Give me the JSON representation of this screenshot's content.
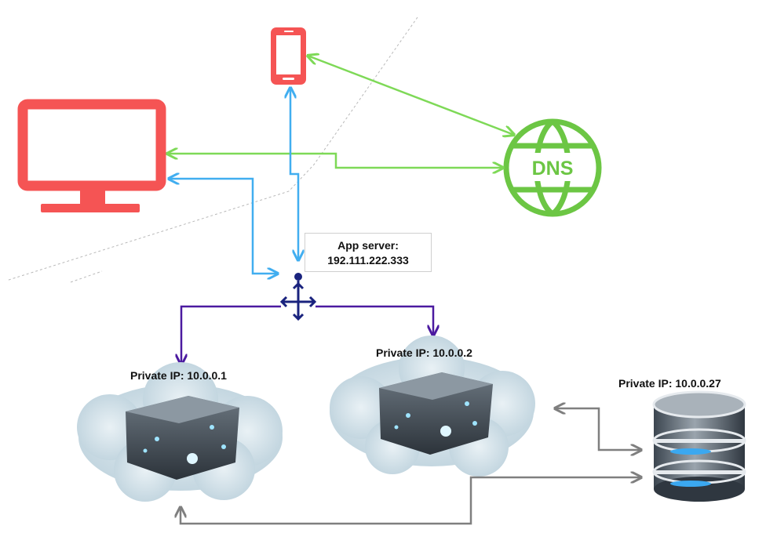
{
  "app_server": {
    "title": "App server:",
    "ip": "192.111.222.333"
  },
  "dns": {
    "label": "DNS",
    "color": "#6cc644"
  },
  "servers": [
    {
      "label": "Private IP: 10.0.0.1"
    },
    {
      "label": "Private IP: 10.0.0.2"
    }
  ],
  "database": {
    "label": "Private IP: 10.0.0.27"
  },
  "colors": {
    "device": "#f55454",
    "dns_link": "#7ed957",
    "client_link": "#41aef0",
    "private_link": "#4b1aa0",
    "db_link": "#7f7f7f",
    "router": "#1a237e"
  },
  "icons": [
    "monitor-icon",
    "phone-icon",
    "globe-icon",
    "router-icon",
    "server-icon",
    "database-icon"
  ]
}
